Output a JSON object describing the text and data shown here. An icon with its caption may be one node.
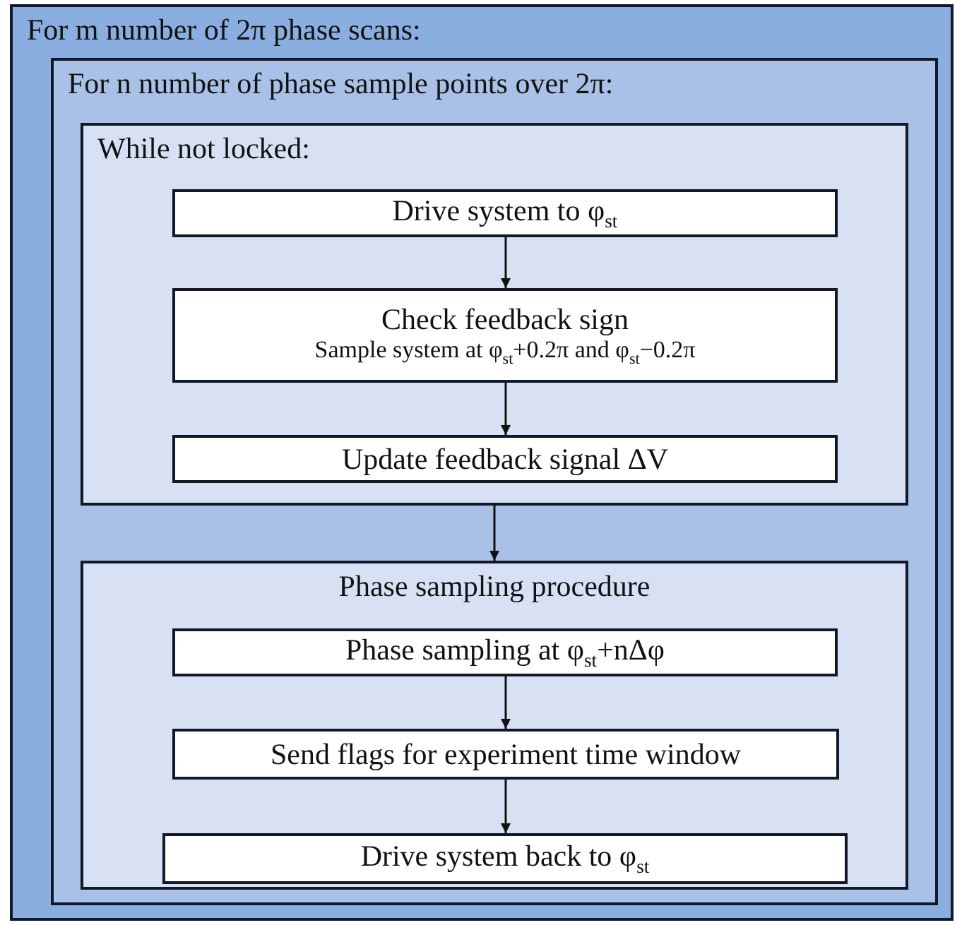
{
  "diagram": {
    "nodes": [
      {
        "text": [
          "For m number of 2π phase scans:"
        ]
      },
      {
        "text": [
          "For n number of phase sample points over 2π:"
        ],
        "in": 0
      },
      {
        "text": [
          "While not locked:"
        ],
        "in": 1
      },
      {
        "text": [
          "Drive system to φ$_{st}$"
        ],
        "in": 2
      },
      {
        "text": [
          "Check feedback sign",
          "Sample system at φ$_{st}$+0.2π and φ$_{st}$−0.2π"
        ],
        "in": 2
      },
      {
        "text": [
          "Update feedback signal ΔV"
        ],
        "in": 2
      },
      {
        "text": [
          "Phase sampling procedure"
        ],
        "in": 1
      },
      {
        "text": [
          "Phase sampling at φ$_{st}$+nΔφ"
        ],
        "in": 6
      },
      {
        "text": [
          "Send flags for experiment time window"
        ],
        "in": 6
      },
      {
        "text": [
          "Drive system back to φ$_{st}$"
        ],
        "in": 6
      }
    ],
    "edges": [
      {
        "from": 3,
        "to": 4,
        "arrow": "to"
      },
      {
        "from": 4,
        "to": 5,
        "arrow": "to"
      },
      {
        "from": 2,
        "to": 6,
        "arrow": "to"
      },
      {
        "from": 7,
        "to": 8,
        "arrow": "to"
      },
      {
        "from": 8,
        "to": 9,
        "arrow": "to"
      }
    ]
  }
}
